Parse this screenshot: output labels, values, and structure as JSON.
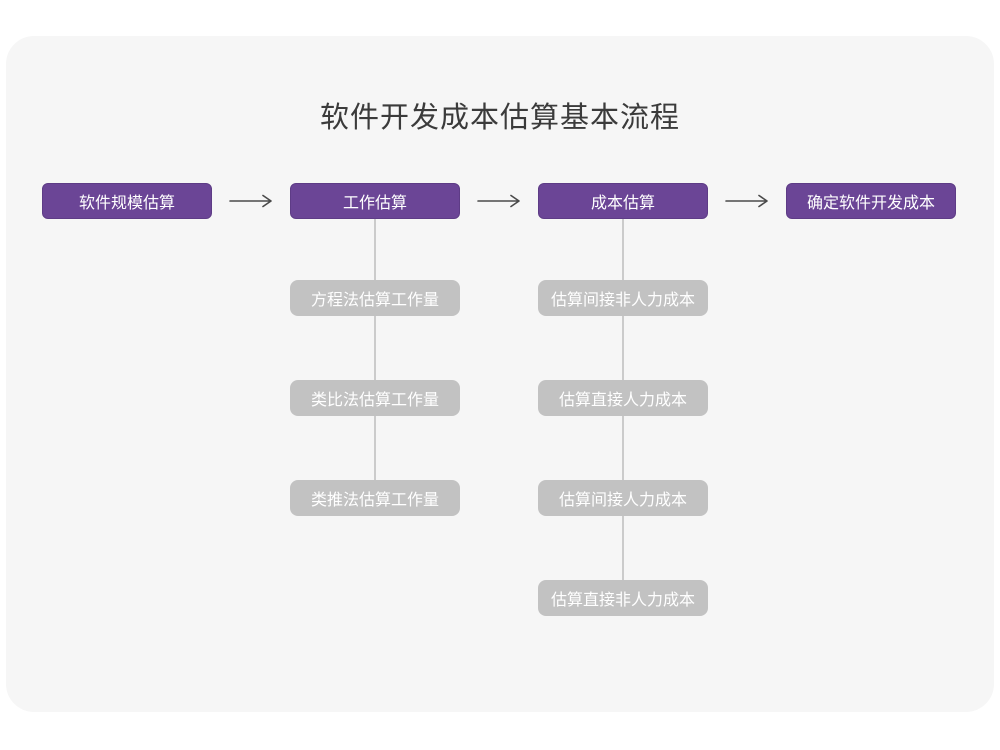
{
  "title": "软件开发成本估算基本流程",
  "colors": {
    "accent": "#6B4596",
    "accent-border": "#5E3C86",
    "sub-box": "#C2C2C2",
    "card-bg": "#F6F6F6",
    "connector": "#CBCBCB",
    "arrow": "#4A4A4A",
    "title-color": "#3B3B3B"
  },
  "flow": {
    "main_steps": [
      {
        "label": "软件规模估算"
      },
      {
        "label": "工作估算"
      },
      {
        "label": "成本估算"
      },
      {
        "label": "确定软件开发成本"
      }
    ],
    "work_estimation_methods": [
      {
        "label": "方程法估算工作量"
      },
      {
        "label": "类比法估算工作量"
      },
      {
        "label": "类推法估算工作量"
      }
    ],
    "cost_estimation_steps": [
      {
        "label": "估算间接非人力成本"
      },
      {
        "label": "估算直接人力成本"
      },
      {
        "label": "估算间接人力成本"
      },
      {
        "label": "估算直接非人力成本"
      }
    ]
  }
}
